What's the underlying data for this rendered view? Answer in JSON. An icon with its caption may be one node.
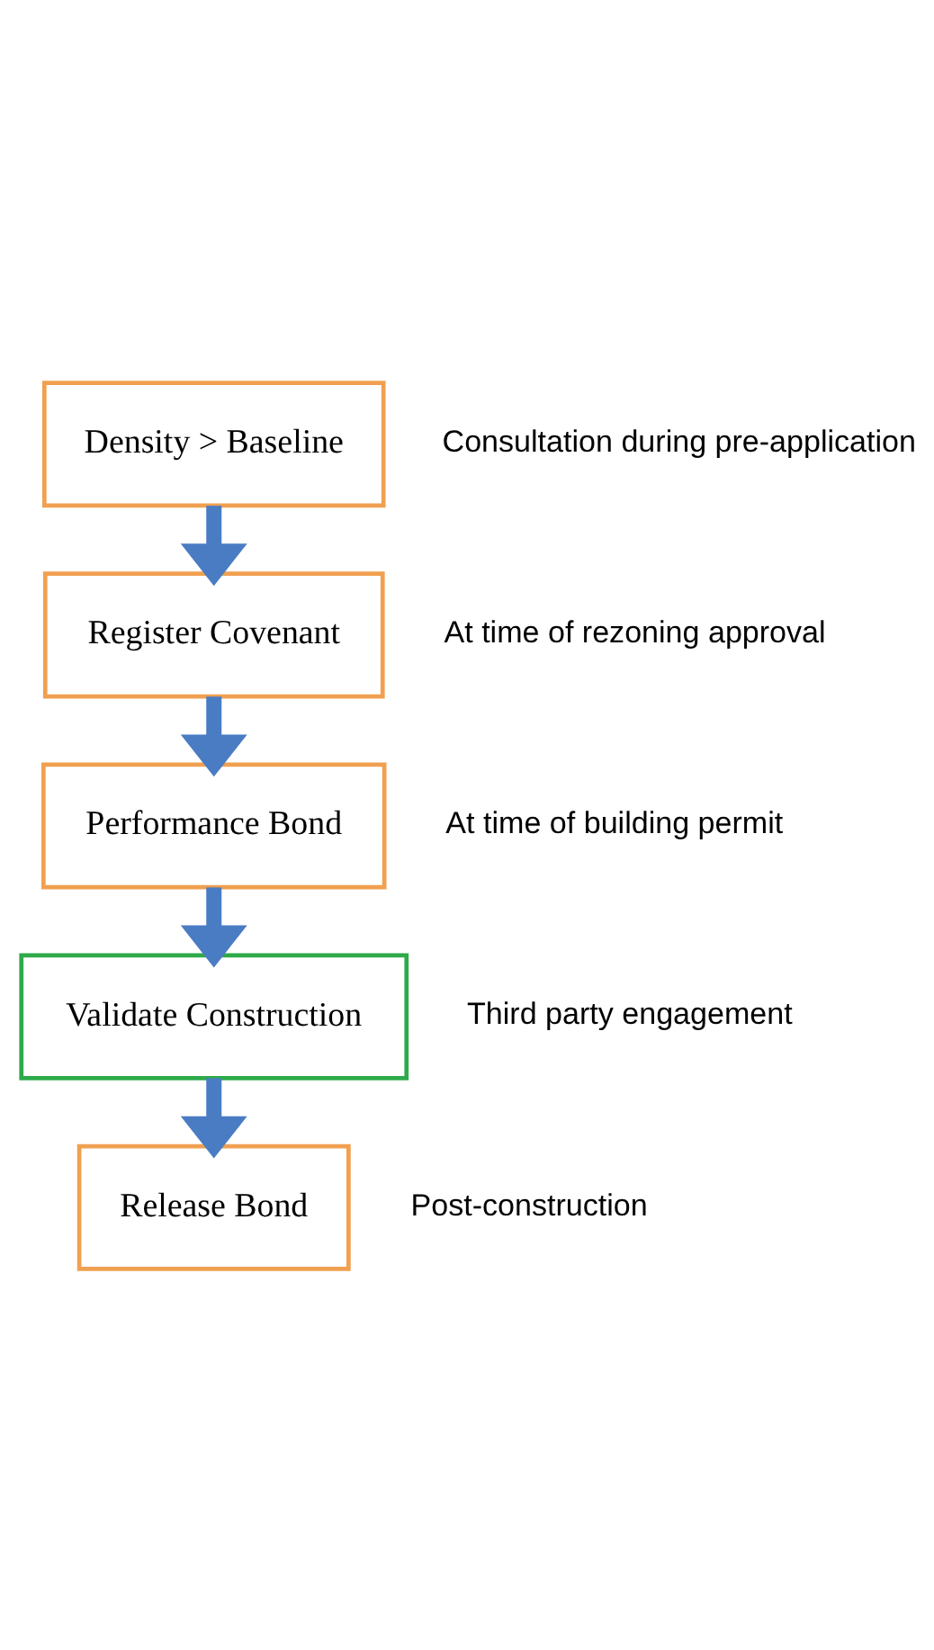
{
  "diagram": {
    "nodes": [
      {
        "text": [
          "Density > Baseline"
        ],
        "beside": [
          "Consultation during pre-application"
        ]
      },
      {
        "text": [
          "Register Covenant"
        ],
        "beside": [
          "At time of rezoning approval"
        ]
      },
      {
        "text": [
          "Performance Bond"
        ],
        "beside": [
          "At time of building permit"
        ]
      },
      {
        "text": [
          "Validate Construction"
        ],
        "beside": [
          "Third party engagement"
        ]
      },
      {
        "text": [
          "Release Bond"
        ],
        "beside": [
          "Post-construction"
        ]
      }
    ],
    "edges": [
      {
        "from": 0,
        "to": 1,
        "arrow": "to"
      },
      {
        "from": 1,
        "to": 2,
        "arrow": "to"
      },
      {
        "from": 2,
        "to": 3,
        "arrow": "to"
      },
      {
        "from": 3,
        "to": 4,
        "arrow": "to"
      }
    ]
  }
}
